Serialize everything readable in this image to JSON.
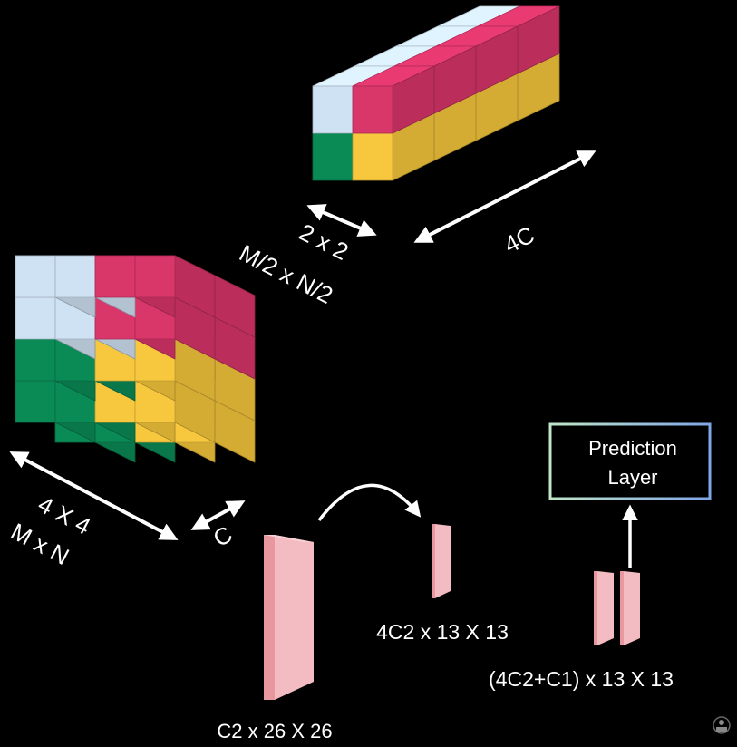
{
  "labels": {
    "top_block_dims": "2 x 2",
    "top_block_size": "M/2 x N/2",
    "top_block_channels": "4C",
    "left_block_dims": "4 X 4",
    "left_block_size": "M x N",
    "left_block_channels": "C",
    "tensor_c2": "C2 x 26 X 26",
    "tensor_4c2": "4C2 x 13 X 13",
    "tensor_concat": "(4C2+C1) x 13 X 13"
  },
  "prediction_box": {
    "line1": "Prediction",
    "line2": "Layer"
  },
  "colors": {
    "background": "#000000",
    "light_blue": "#cfe2f3",
    "crimson": "#d9366a",
    "yellow": "#f7c83d",
    "green": "#0a8a55",
    "pink_slab": "#f2bcc2",
    "box_border_left": "#bfe6c8",
    "box_border_right": "#7fa7e8"
  }
}
